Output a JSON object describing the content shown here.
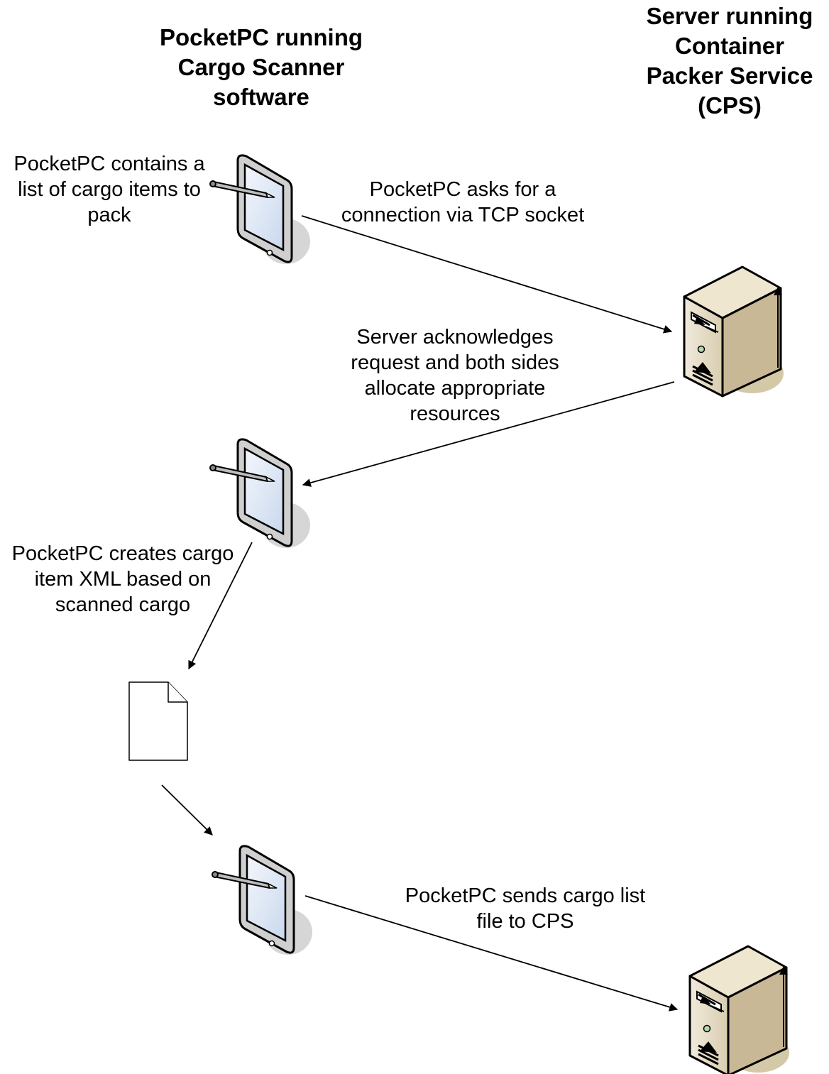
{
  "headers": {
    "left": [
      "PocketPC running",
      "Cargo Scanner",
      "software"
    ],
    "right": [
      "Server running",
      "Container",
      "Packer Service",
      "(CPS)"
    ]
  },
  "labels": {
    "list_items": [
      "PocketPC contains a",
      "list of cargo items to",
      "pack"
    ],
    "ask_connection": [
      "PocketPC asks for a",
      "connection via TCP socket"
    ],
    "server_ack": [
      "Server acknowledges",
      "request and both sides",
      "allocate appropriate",
      "resources"
    ],
    "create_xml": [
      "PocketPC creates cargo",
      "item XML based on",
      "scanned cargo"
    ],
    "send_file": [
      "PocketPC sends cargo list",
      "file to CPS"
    ]
  },
  "icons": {
    "pocketpc": "pocketpc-with-stylus-icon",
    "server": "server-tower-icon",
    "document": "document-icon"
  },
  "colors": {
    "server_body": "#e6dcc4",
    "server_side": "#c9b896",
    "device_screen": "#dde7f6",
    "shadow": "#d6d6d6",
    "line": "#000000"
  }
}
